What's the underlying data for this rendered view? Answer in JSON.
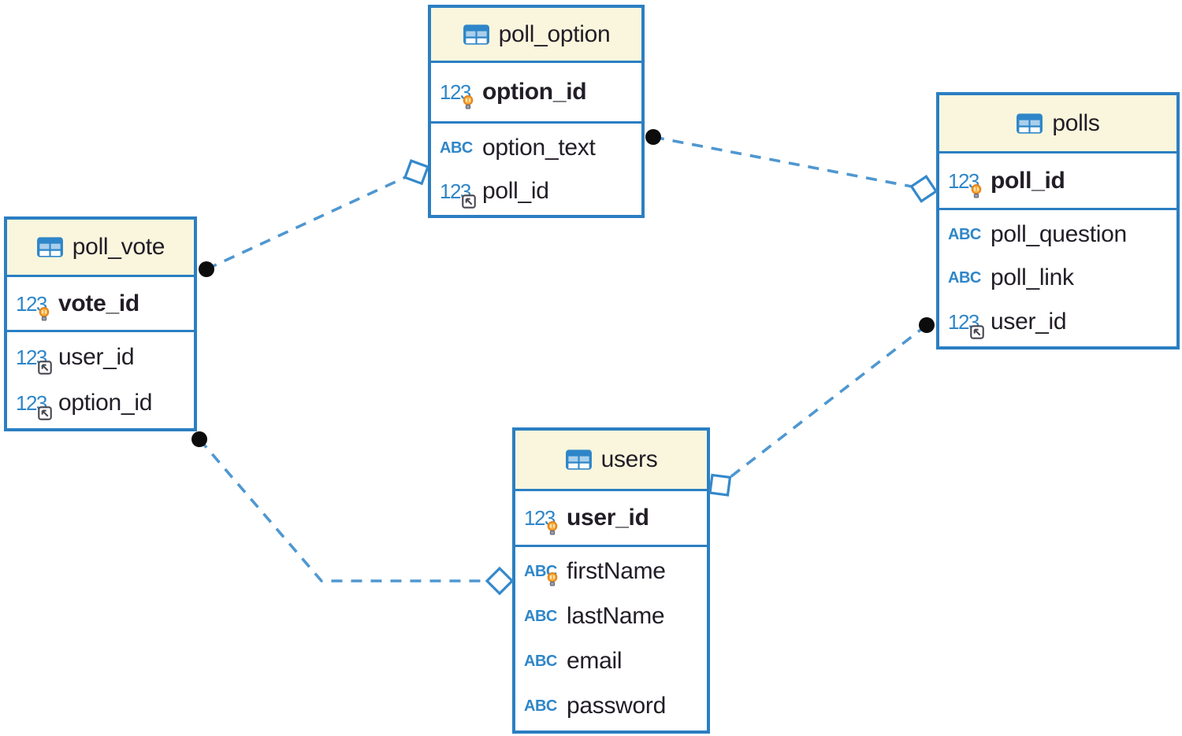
{
  "diagram": {
    "kind": "entity-relationship-diagram",
    "tables": [
      {
        "name": "poll_option",
        "primary_columns": [
          {
            "name": "option_id",
            "type_icon": "123",
            "overlay": "primary-key",
            "bold": true
          }
        ],
        "columns": [
          {
            "name": "option_text",
            "type_icon": "ABC",
            "overlay": null,
            "bold": false
          },
          {
            "name": "poll_id",
            "type_icon": "123",
            "overlay": "foreign-key",
            "bold": false
          }
        ]
      },
      {
        "name": "polls",
        "primary_columns": [
          {
            "name": "poll_id",
            "type_icon": "123",
            "overlay": "primary-key",
            "bold": true
          }
        ],
        "columns": [
          {
            "name": "poll_question",
            "type_icon": "ABC",
            "overlay": null,
            "bold": false
          },
          {
            "name": "poll_link",
            "type_icon": "ABC",
            "overlay": null,
            "bold": false
          },
          {
            "name": "user_id",
            "type_icon": "123",
            "overlay": "foreign-key",
            "bold": false
          }
        ]
      },
      {
        "name": "poll_vote",
        "primary_columns": [
          {
            "name": "vote_id",
            "type_icon": "123",
            "overlay": "primary-key",
            "bold": true
          }
        ],
        "columns": [
          {
            "name": "user_id",
            "type_icon": "123",
            "overlay": "foreign-key",
            "bold": false
          },
          {
            "name": "option_id",
            "type_icon": "123",
            "overlay": "foreign-key",
            "bold": false
          }
        ]
      },
      {
        "name": "users",
        "primary_columns": [
          {
            "name": "user_id",
            "type_icon": "123",
            "overlay": "primary-key",
            "bold": true
          }
        ],
        "columns": [
          {
            "name": "firstName",
            "type_icon": "ABC",
            "overlay": "primary-key",
            "bold": false
          },
          {
            "name": "lastName",
            "type_icon": "ABC",
            "overlay": null,
            "bold": false
          },
          {
            "name": "email",
            "type_icon": "ABC",
            "overlay": null,
            "bold": false
          },
          {
            "name": "password",
            "type_icon": "ABC",
            "overlay": null,
            "bold": false
          }
        ]
      }
    ],
    "relationships": [
      {
        "from_table": "poll_vote",
        "to_table": "poll_option",
        "from_end": "dot",
        "to_end": "open-diamond",
        "line_style": "dashed"
      },
      {
        "from_table": "poll_option",
        "to_table": "polls",
        "from_end": "dot",
        "to_end": "open-diamond",
        "line_style": "dashed"
      },
      {
        "from_table": "polls",
        "to_table": "users",
        "from_end": "dot",
        "to_end": "open-diamond",
        "line_style": "dashed"
      },
      {
        "from_table": "poll_vote",
        "to_table": "users",
        "from_end": "dot",
        "to_end": "open-diamond",
        "line_style": "dashed"
      }
    ],
    "colors": {
      "table_border": "#2b7fc2",
      "header_fill": "#faf6dd",
      "row_fill": "#ffffff",
      "connector_line": "#4f97d0",
      "connector_end": "#3489cb",
      "type_icon_blue": "#2e86c8",
      "text": "#221d26",
      "key_bulb": "#f9b13e",
      "dot_end": "#0c0c0c",
      "background": "#ffffff"
    }
  }
}
